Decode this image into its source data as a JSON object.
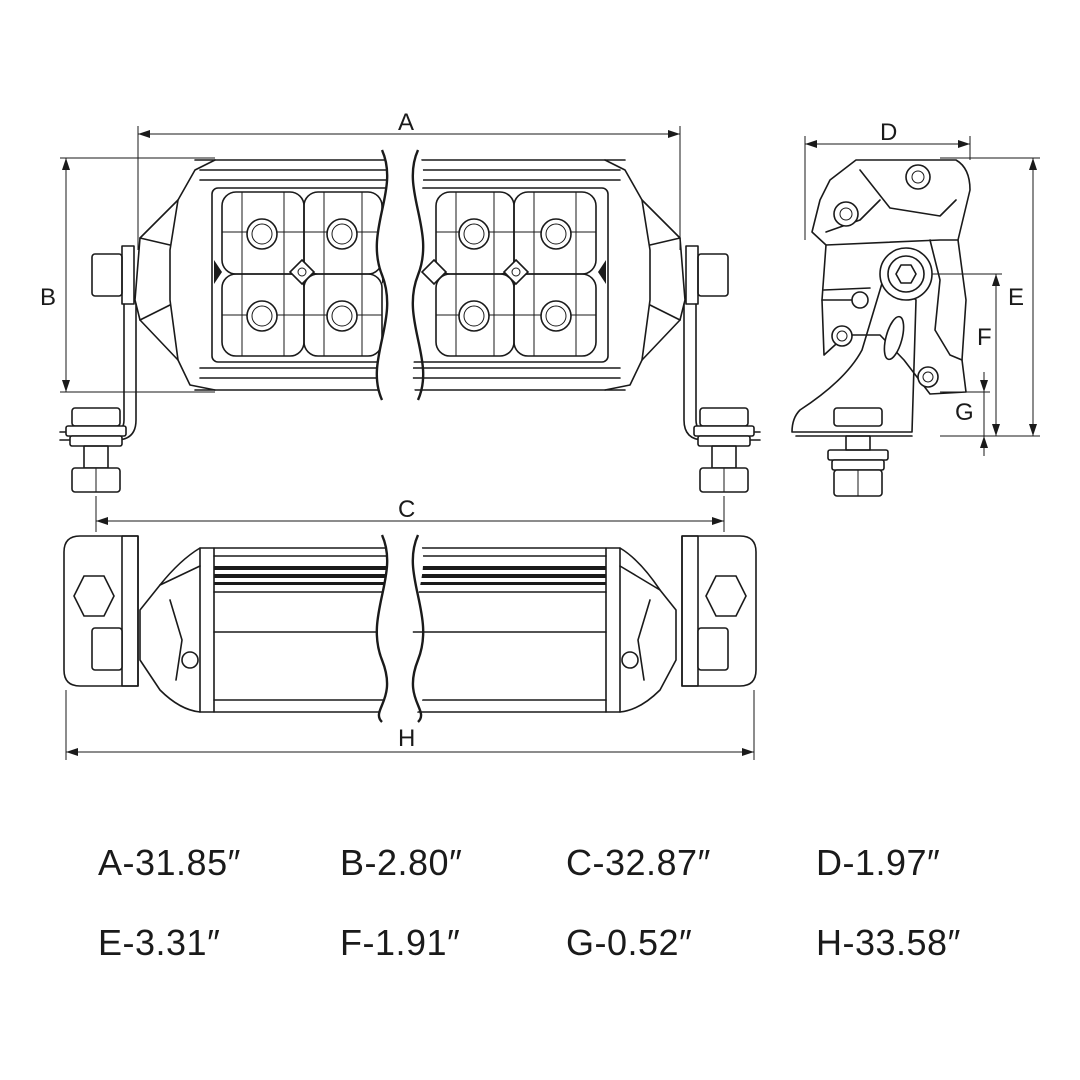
{
  "drawing": {
    "labels": {
      "A": "A",
      "B": "B",
      "C": "C",
      "D": "D",
      "E": "E",
      "F": "F",
      "G": "G",
      "H": "H"
    }
  },
  "dimensions": [
    {
      "id": "A",
      "text": "A-31.85″"
    },
    {
      "id": "B",
      "text": "B-2.80″"
    },
    {
      "id": "C",
      "text": "C-32.87″"
    },
    {
      "id": "D",
      "text": "D-1.97″"
    },
    {
      "id": "E",
      "text": "E-3.31″"
    },
    {
      "id": "F",
      "text": "F-1.91″"
    },
    {
      "id": "G",
      "text": "G-0.52″"
    },
    {
      "id": "H",
      "text": "H-33.58″"
    }
  ]
}
